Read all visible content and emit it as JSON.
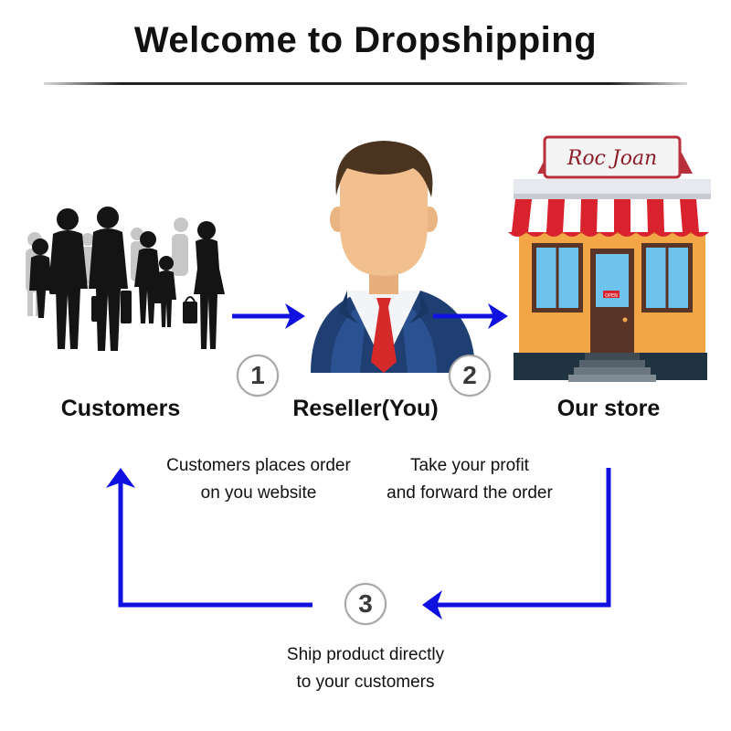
{
  "title": "Welcome to Dropshipping",
  "nodes": {
    "customers": {
      "label": "Customers"
    },
    "reseller": {
      "label": "Reseller(You)"
    },
    "store": {
      "label": "Our store",
      "sign_text": "Roc Joan",
      "door_sign": "OPEN"
    }
  },
  "steps": [
    {
      "number": "1",
      "lines": [
        "Customers places order",
        "on you website"
      ]
    },
    {
      "number": "2",
      "lines": [
        "Take your profit",
        "and forward the order"
      ]
    },
    {
      "number": "3",
      "lines": [
        "Ship product directly",
        "to your customers"
      ]
    }
  ],
  "colors": {
    "arrow": "#1010e0",
    "silhouette": "#141414",
    "awning_red": "#d8232f",
    "store_wall": "#f3a646",
    "tie": "#d42a2a",
    "suit": "#1f3f73"
  }
}
